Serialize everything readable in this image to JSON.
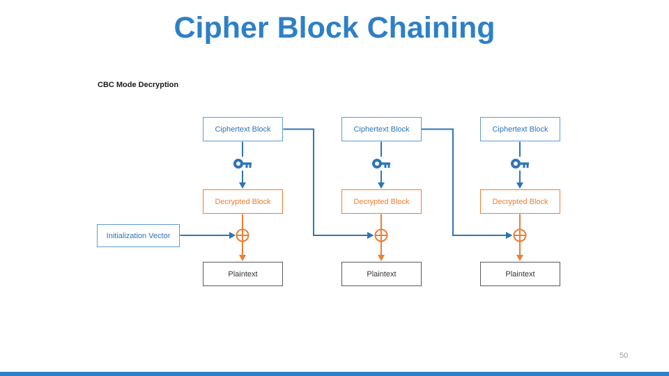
{
  "slide": {
    "title": "Cipher Block Chaining",
    "section_label": "CBC Mode Decryption",
    "page_number": "50"
  },
  "diagram": {
    "iv_label": "Initialization Vector",
    "columns": [
      {
        "ciphertext": "Ciphertext Block",
        "decrypted": "Decrypted Block",
        "plaintext": "Plaintext"
      },
      {
        "ciphertext": "Ciphertext Block",
        "decrypted": "Decrypted Block",
        "plaintext": "Plaintext"
      },
      {
        "ciphertext": "Ciphertext Block",
        "decrypted": "Decrypted Block",
        "plaintext": "Plaintext"
      }
    ],
    "icons": {
      "key": "key-icon",
      "xor": "xor-icon (circled plus)"
    },
    "colors": {
      "title_blue": "#2E80C6",
      "arrow_blue": "#2E74B5",
      "box_blue_border": "#5B9BD5",
      "orange": "#ED7D31",
      "dark_border": "#595959",
      "footer_bar": "#2E80C6",
      "page_number_gray": "#9B9B9B"
    }
  }
}
